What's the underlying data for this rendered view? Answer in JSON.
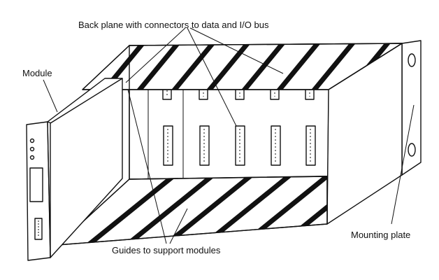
{
  "labels": {
    "backplane": "Back plane with connectors to data and I/O bus",
    "module": "Module",
    "guides": "Guides to support modules",
    "mounting_plate": "Mounting plate"
  },
  "colors": {
    "ink": "#111111",
    "paper": "#ffffff"
  }
}
